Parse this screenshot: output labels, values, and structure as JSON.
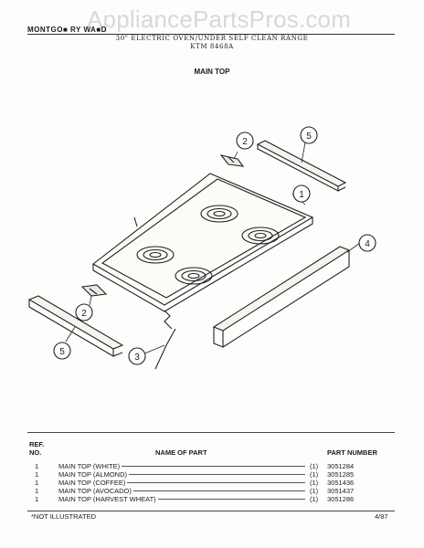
{
  "watermark": "AppliancePartsPros.com",
  "header": {
    "brand": "MONTGO■ RY WA■D",
    "subtitle": "30\" ELECTRIC OVEN/UNDER SELF CLEAN RANGE",
    "model": "KTM 8468A",
    "section_title": "MAIN TOP"
  },
  "callouts": [
    "1",
    "2",
    "2",
    "3",
    "4",
    "5",
    "5"
  ],
  "table": {
    "col_ref_line1": "REF.",
    "col_ref_line2": "NO.",
    "col_name": "NAME OF PART",
    "col_part_number": "PART NUMBER",
    "rows": [
      {
        "ref": "1",
        "name": "MAIN TOP (WHITE)",
        "qty": "(1)",
        "part_number": "3051284"
      },
      {
        "ref": "1",
        "name": "MAIN TOP (ALMOND)",
        "qty": "(1)",
        "part_number": "3051285"
      },
      {
        "ref": "1",
        "name": "MAIN TOP (COFFEE)",
        "qty": "(1)",
        "part_number": "3051436"
      },
      {
        "ref": "1",
        "name": "MAIN TOP (AVOCADO)",
        "qty": "(1)",
        "part_number": "3051437"
      },
      {
        "ref": "1",
        "name": "MAIN TOP (HARVEST WHEAT)",
        "qty": "(1)",
        "part_number": "3051286"
      }
    ]
  },
  "footer": {
    "note": "*NOT ILLUSTRATED",
    "date": "4/87"
  }
}
